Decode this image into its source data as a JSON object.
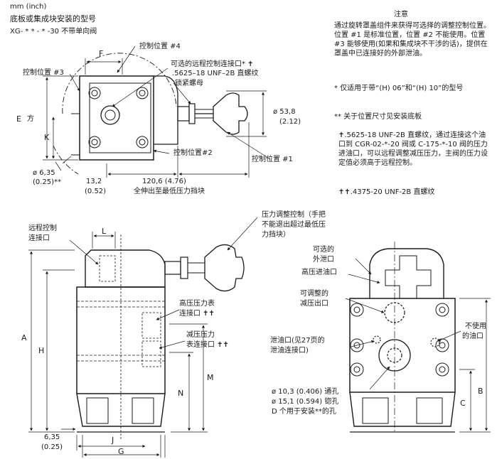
{
  "header": {
    "unit": "mm (inch)",
    "title": "底板或集成块安装的型号",
    "model": "XG- * * - * -30 不带单向阀"
  },
  "top_view": {
    "dim_f": "F",
    "ctrl4": "控制位置 #4",
    "ctrl3": "控制位置 #3",
    "ctrl2": "控制位置#2",
    "ctrl1": "控制位置 #1",
    "remote_port_1": "可选的远程控制连接口* ✝",
    "remote_port_2": ".5625–18 UNF–2B 直螺纹",
    "lock_nut": "锁紧螺母",
    "dim_e": "E",
    "dim_e_side": "方",
    "dim_k": "K",
    "dia_knob_1": "ø 53,8",
    "dia_knob_2": "(2.12)",
    "dia_pin_1": "ø 6,35",
    "dia_pin_2": "(0.25)**",
    "dim_132_1": "13,2",
    "dim_132_2": "(0.52)",
    "dim_1206": "120,6 (4.76)",
    "full_extension": "全伸出至最低压力挡块"
  },
  "notes": {
    "heading": "注意",
    "p1": "通过旋转罩盖组件来获得可选择的调整控制位置。位置 #1 是标准位置，位置 #2 不能使用。位置 #3 能够使用(如果和集成块不干涉的话)，提供在罩盖中已连接好的外部泄油。",
    "star": "*  仅适用于带“(H) 06”和“(H) 10”的型号",
    "dstar": "** 关于位置尺寸见安装底板",
    "dagger": "✝.5625-18 UNF-2B 直螺纹，通过连接这个油口到 CGR-02-*-20 阀或 C-175-*-10 阀的压力进油口，可以远程调整减压压力，主阀的压力设定值必须高于远程控制。",
    "ddagger": "✝✝.4375-20 UNF-2B 直螺纹"
  },
  "side_view": {
    "remote_port_1": "远程控制",
    "remote_port_2": "连接口",
    "dim_l": "L",
    "adjust_1": "压力调整控制（手把",
    "adjust_2": "不能退出超过最低压",
    "adjust_3": "力挡块）",
    "hp_gauge_1": "高压压力表",
    "hp_gauge_2": "连接口 ✝✝",
    "rp_gauge_1": "减压压力",
    "rp_gauge_2": "表连接口 ✝✝",
    "dim_a": "A",
    "dim_h": "H",
    "dim_m": "M",
    "dim_n": "N",
    "dim_635_1": "6,35",
    "dim_635_2": "(0.25)",
    "dim_j": "J",
    "dim_g": "G"
  },
  "front_view": {
    "ext_drain_1": "可选的",
    "ext_drain_2": "外泄口",
    "hp_inlet": "高压进油口",
    "rp_outlet_1": "可调整的",
    "rp_outlet_2": "减压出口",
    "drain_1": "泄油口(见27页的",
    "drain_2": "泄油连接口)",
    "unused_1": "不使用",
    "unused_2": "的油口",
    "dim_b": "B",
    "dim_c": "C",
    "hole1": "ø 10,3 (0.406) 通孔",
    "hole2": "ø 15,1 (0.594) 锪孔",
    "hole3": "D 个用于安装**的孔"
  },
  "colors": {
    "line": "#1a1a1a",
    "body": "#ffffff"
  }
}
